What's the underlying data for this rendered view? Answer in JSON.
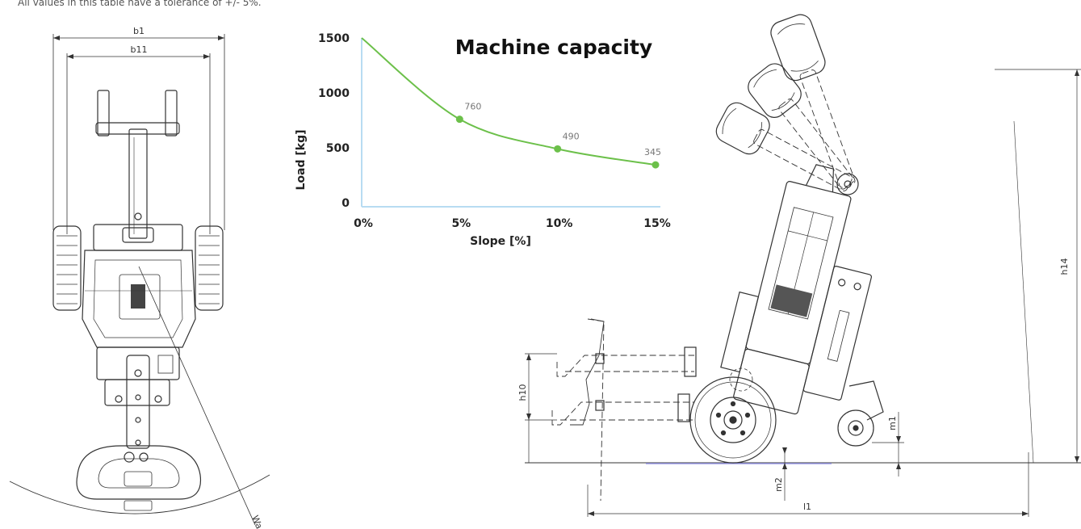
{
  "note": "All values in this table have a tolerance of +/- 5%.",
  "dimensions": {
    "b1": "b1",
    "b11": "b11",
    "wa": "Wa",
    "h10": "h10",
    "h14": "h14",
    "m1": "m1",
    "m2": "m2",
    "l1": "l1"
  },
  "colors": {
    "curve": "#6cc04a",
    "axis": "#b8dcf2",
    "drawing": "#333333",
    "ground": "#9a9ae6"
  },
  "chart_data": {
    "type": "line",
    "title": "Machine capacity",
    "xlabel": "Slope [%]",
    "ylabel": "Load [kg]",
    "x_tick_labels": [
      "0%",
      "5%",
      "10%",
      "15%"
    ],
    "y_tick_labels": [
      "0",
      "500",
      "1000",
      "1500"
    ],
    "xlim": [
      0,
      15
    ],
    "ylim": [
      0,
      1500
    ],
    "series": [
      {
        "x": [
          0,
          5,
          10,
          15
        ],
        "values": [
          1500,
          760,
          490,
          345
        ],
        "point_labels": [
          "",
          "760",
          "490",
          "345"
        ]
      }
    ]
  }
}
